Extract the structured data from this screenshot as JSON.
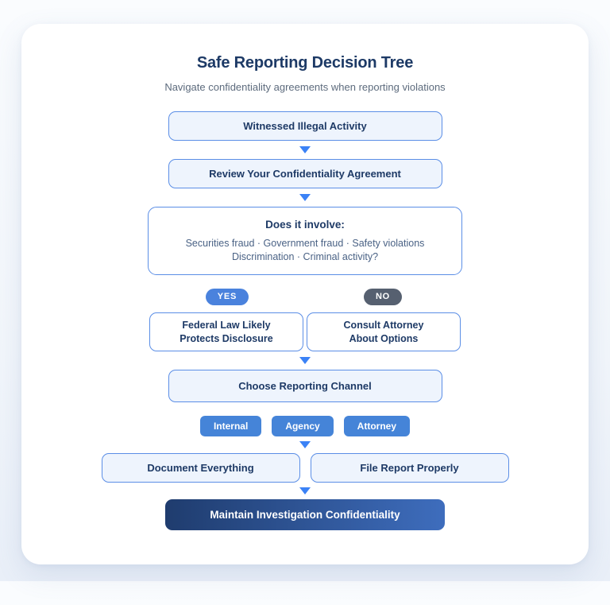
{
  "page": {
    "title": "Safe Reporting Decision Tree",
    "subtitle": "Navigate confidentiality agreements when reporting violations"
  },
  "flow": {
    "step1": "Witnessed Illegal Activity",
    "step2": "Review Your Confidentiality Agreement",
    "question": {
      "title": "Does it involve:",
      "line1": "Securities fraud · Government fraud · Safety violations",
      "line2": "Discrimination · Criminal activity?"
    },
    "branches": {
      "yes_label": "YES",
      "no_label": "NO",
      "yes_box_line1": "Federal Law Likely",
      "yes_box_line2": "Protects Disclosure",
      "no_box_line1": "Consult Attorney",
      "no_box_line2": "About Options"
    },
    "choose": "Choose Reporting Channel",
    "channels": [
      {
        "label": "Internal"
      },
      {
        "label": "Agency"
      },
      {
        "label": "Attorney"
      }
    ],
    "actions": {
      "left": "Document Everything",
      "right": "File Report Properly"
    },
    "final": "Maintain Investigation Confidentiality"
  },
  "colors": {
    "arrow_blue": "#3b82f6",
    "border_blue": "#5b8ee6",
    "box_fill": "#eef4fd",
    "text_navy": "#1e3a66",
    "yes_pill": "#4a82dd",
    "no_pill": "#566070",
    "channel_button": "#4584d8",
    "final_gradient_start": "#1f3c6e",
    "final_gradient_end": "#3e6dbd"
  }
}
